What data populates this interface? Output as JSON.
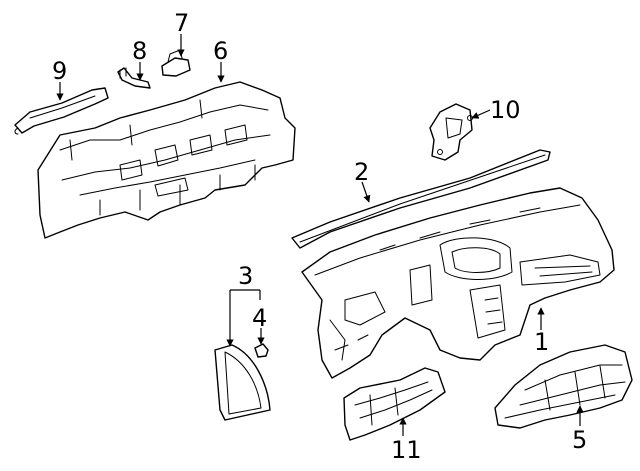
{
  "diagram": {
    "callouts": [
      "1",
      "2",
      "3",
      "4",
      "5",
      "6",
      "7",
      "8",
      "9",
      "10",
      "11"
    ],
    "colors": {
      "line": "#000000",
      "background": "#ffffff"
    }
  }
}
